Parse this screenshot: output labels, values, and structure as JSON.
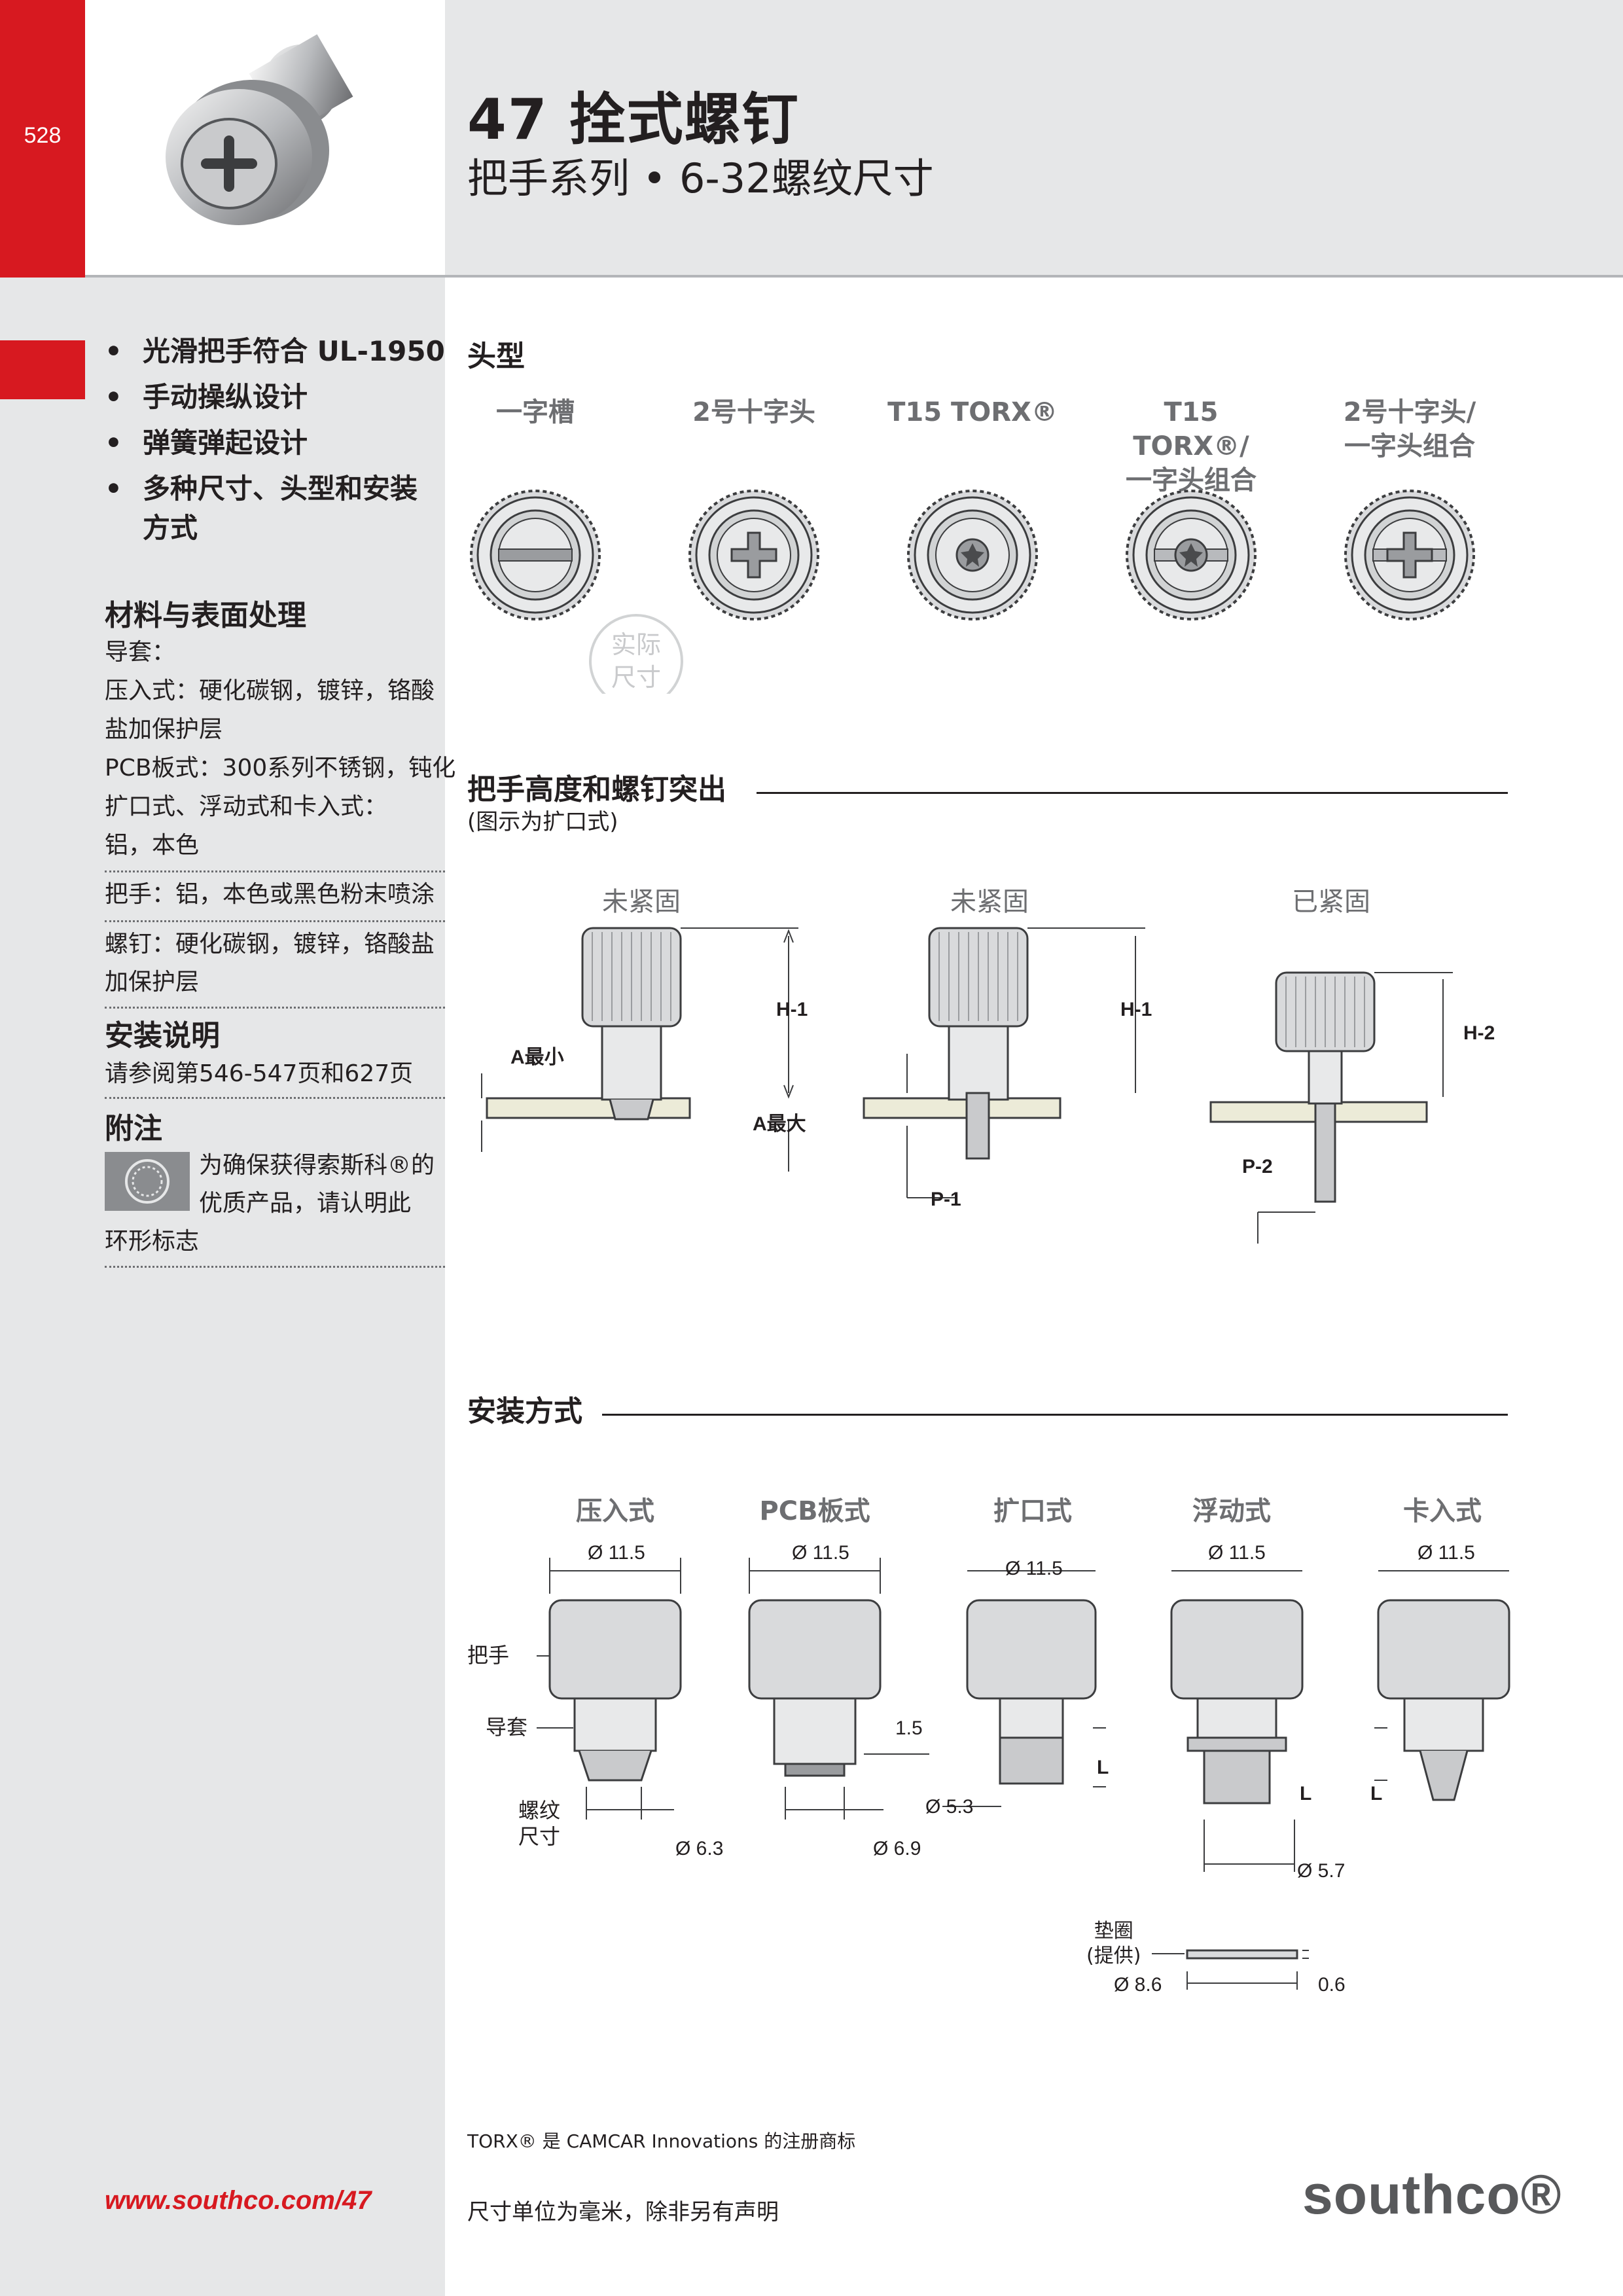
{
  "page_number": "528",
  "header": {
    "title": "47 拴式螺钉",
    "subtitle": "把手系列 • 6-32螺纹尺寸"
  },
  "features": [
    "光滑把手符合 UL-1950",
    "手动操纵设计",
    "弹簧弹起设计",
    "多种尺寸、头型和安装",
    "方式"
  ],
  "materials": {
    "heading": "材料与表面处理",
    "lines": [
      "导套：",
      "压入式：硬化碳钢，镀锌，铬酸",
      "盐加保护层",
      "PCB板式：300系列不锈钢，钝化",
      "扩口式、浮动式和卡入式：",
      "铝，本色",
      "把手：铝，本色或黑色粉末喷涂",
      "螺钉：硬化碳钢，镀锌，铬酸盐",
      "加保护层"
    ]
  },
  "install_notes": {
    "heading": "安装说明",
    "text": "请参阅第546-547页和627页"
  },
  "notes": {
    "heading": "附注",
    "line1": "为确保获得索斯科®的",
    "line2": "优质产品，请认明此",
    "line3": "环形标志"
  },
  "url": "www.southco.com/47",
  "head_types": {
    "heading": "头型",
    "types": [
      {
        "l1": "一字槽",
        "l2": ""
      },
      {
        "l1": "2号十字头",
        "l2": ""
      },
      {
        "l1": "T15 TORX®",
        "l2": ""
      },
      {
        "l1": "T15 TORX®/",
        "l2": "一字头组合"
      },
      {
        "l1": "2号十字头/",
        "l2": "一字头组合"
      }
    ],
    "actual_size_l1": "实际",
    "actual_size_l2": "尺寸"
  },
  "height": {
    "heading": "把手高度和螺钉突出",
    "subheading": "(图示为扩口式)",
    "states": [
      "未紧固",
      "未紧固",
      "已紧固"
    ],
    "labels": {
      "h1": "H-1",
      "h2": "H-2",
      "amin": "A最小",
      "amax": "A最大",
      "p1": "P-1",
      "p2": "P-2"
    }
  },
  "mounting": {
    "heading": "安装方式",
    "types": [
      "压入式",
      "PCB板式",
      "扩口式",
      "浮动式",
      "卡入式"
    ],
    "dims": {
      "d115": "Ø 11.5",
      "d63": "Ø 6.3",
      "d69": "Ø 6.9",
      "d53": "Ø 5.3",
      "d57": "Ø 5.7",
      "d86": "Ø 8.6",
      "t15": "1.5",
      "t06": "0.6",
      "L": "L"
    },
    "callouts": {
      "handle": "把手",
      "ferrule": "导套",
      "thread1": "螺纹",
      "thread2": "尺寸",
      "washer1": "垫圈",
      "washer2": "(提供)"
    }
  },
  "footnote": "TORX® 是 CAMCAR Innovations 的注册商标",
  "footer_note": "尺寸单位为毫米，除非另有声明",
  "brand": "southco®",
  "colors": {
    "red": "#d71920",
    "sidebar_gray": "#e6e7e8",
    "line_gray": "#6d6e71"
  }
}
